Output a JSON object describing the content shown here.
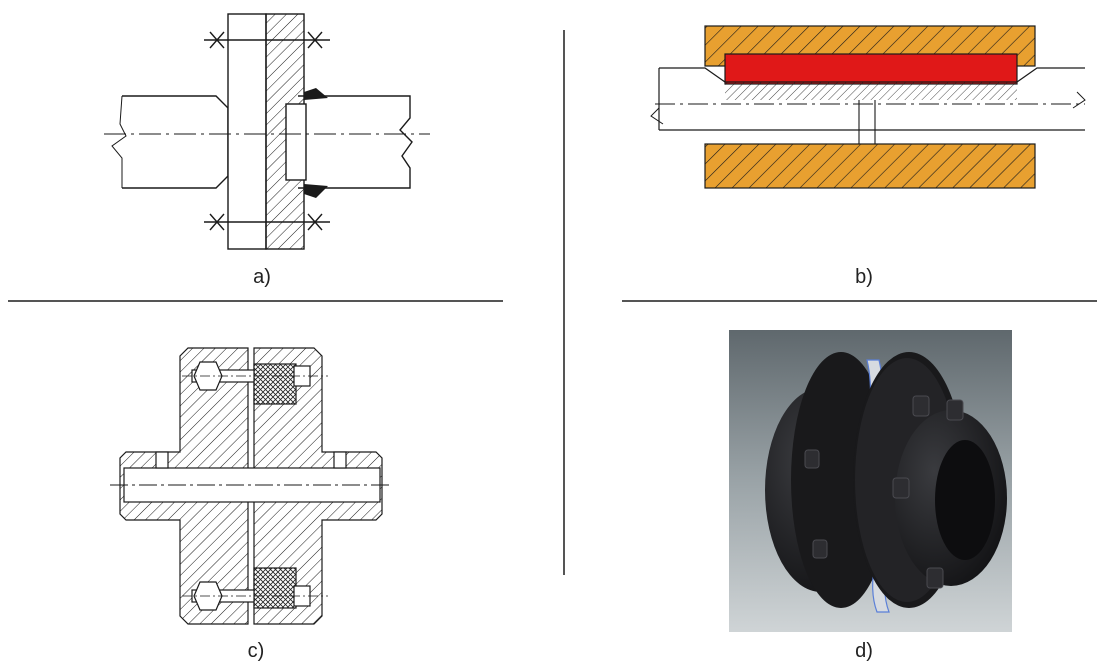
{
  "figure": {
    "panels": [
      {
        "id": "a",
        "caption": "a)"
      },
      {
        "id": "b",
        "caption": "b)"
      },
      {
        "id": "c",
        "caption": "c)"
      },
      {
        "id": "d",
        "caption": "d)"
      }
    ],
    "colors": {
      "line": "#1a1a1a",
      "sleeve_orange": "#e8a030",
      "insert_red": "#e01818",
      "coupling_dark": "#1b1b1d",
      "render_bg_top": "#6a7378",
      "render_bg_bottom": "#c7cdd0"
    }
  }
}
